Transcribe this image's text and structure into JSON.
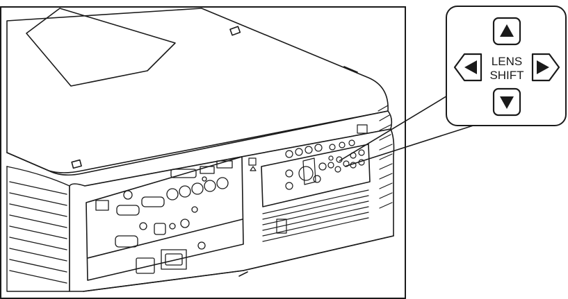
{
  "callout": {
    "label_line1": "LENS",
    "label_line2": "SHIFT",
    "buttons": [
      {
        "direction": "up",
        "icon": "triangle-up-icon"
      },
      {
        "direction": "left",
        "icon": "triangle-left-icon"
      },
      {
        "direction": "right",
        "icon": "triangle-right-icon"
      },
      {
        "direction": "down",
        "icon": "triangle-down-icon"
      }
    ]
  },
  "colors": {
    "line": "#1a1a1a",
    "background": "#ffffff",
    "panel_fill": "#f4f4f4"
  }
}
